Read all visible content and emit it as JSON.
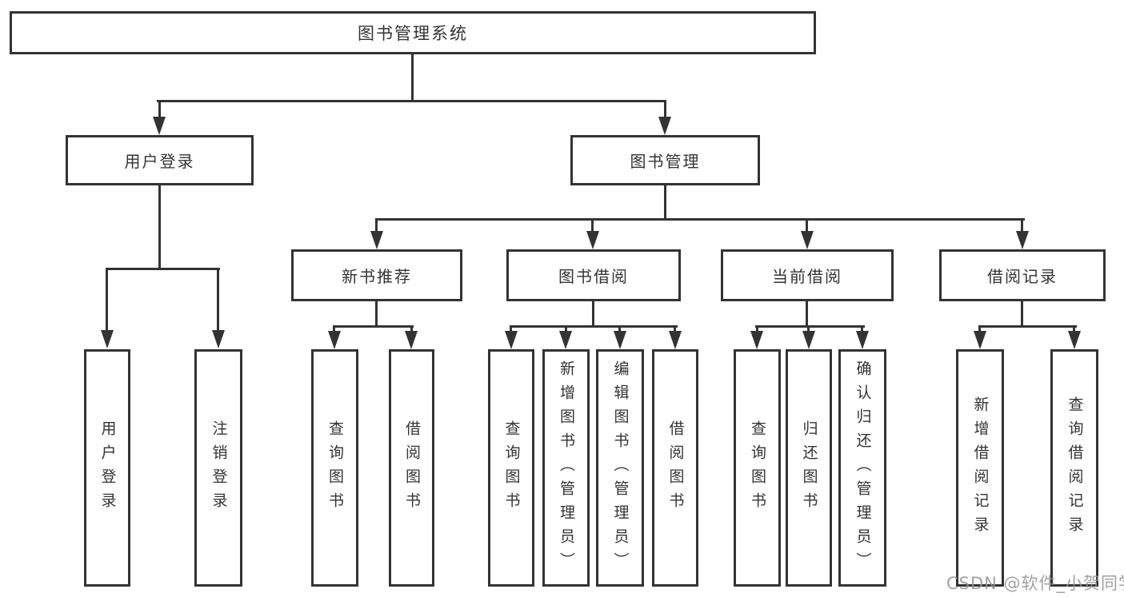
{
  "diagram": {
    "root": {
      "label": "图书管理系统"
    },
    "level2": [
      {
        "label": "用户登录"
      },
      {
        "label": "图书管理"
      }
    ],
    "level3": [
      {
        "label": "新书推荐"
      },
      {
        "label": "图书借阅"
      },
      {
        "label": "当前借阅"
      },
      {
        "label": "借阅记录"
      }
    ],
    "leaves": {
      "user_login": [
        {
          "label": "用户登录"
        },
        {
          "label": "注销登录"
        }
      ],
      "new_books": [
        {
          "label": "查询图书"
        },
        {
          "label": "借阅图书"
        }
      ],
      "book_borrow": [
        {
          "label": "查询图书"
        },
        {
          "label": "新增图书（管理员）"
        },
        {
          "label": "编辑图书（管理员）"
        },
        {
          "label": "借阅图书"
        }
      ],
      "current_borrow": [
        {
          "label": "查询图书"
        },
        {
          "label": "归还图书"
        },
        {
          "label": "确认归还（管理员）"
        }
      ],
      "borrow_records": [
        {
          "label": "新增借阅记录"
        },
        {
          "label": "查询借阅记录"
        }
      ]
    },
    "colors": {
      "line": "#333333",
      "box_border": "#333333",
      "box_background": "#ffffff",
      "text": "#333333",
      "watermark": "#949494"
    }
  },
  "watermark": {
    "text": "CSDN @软件_小贺同学"
  }
}
